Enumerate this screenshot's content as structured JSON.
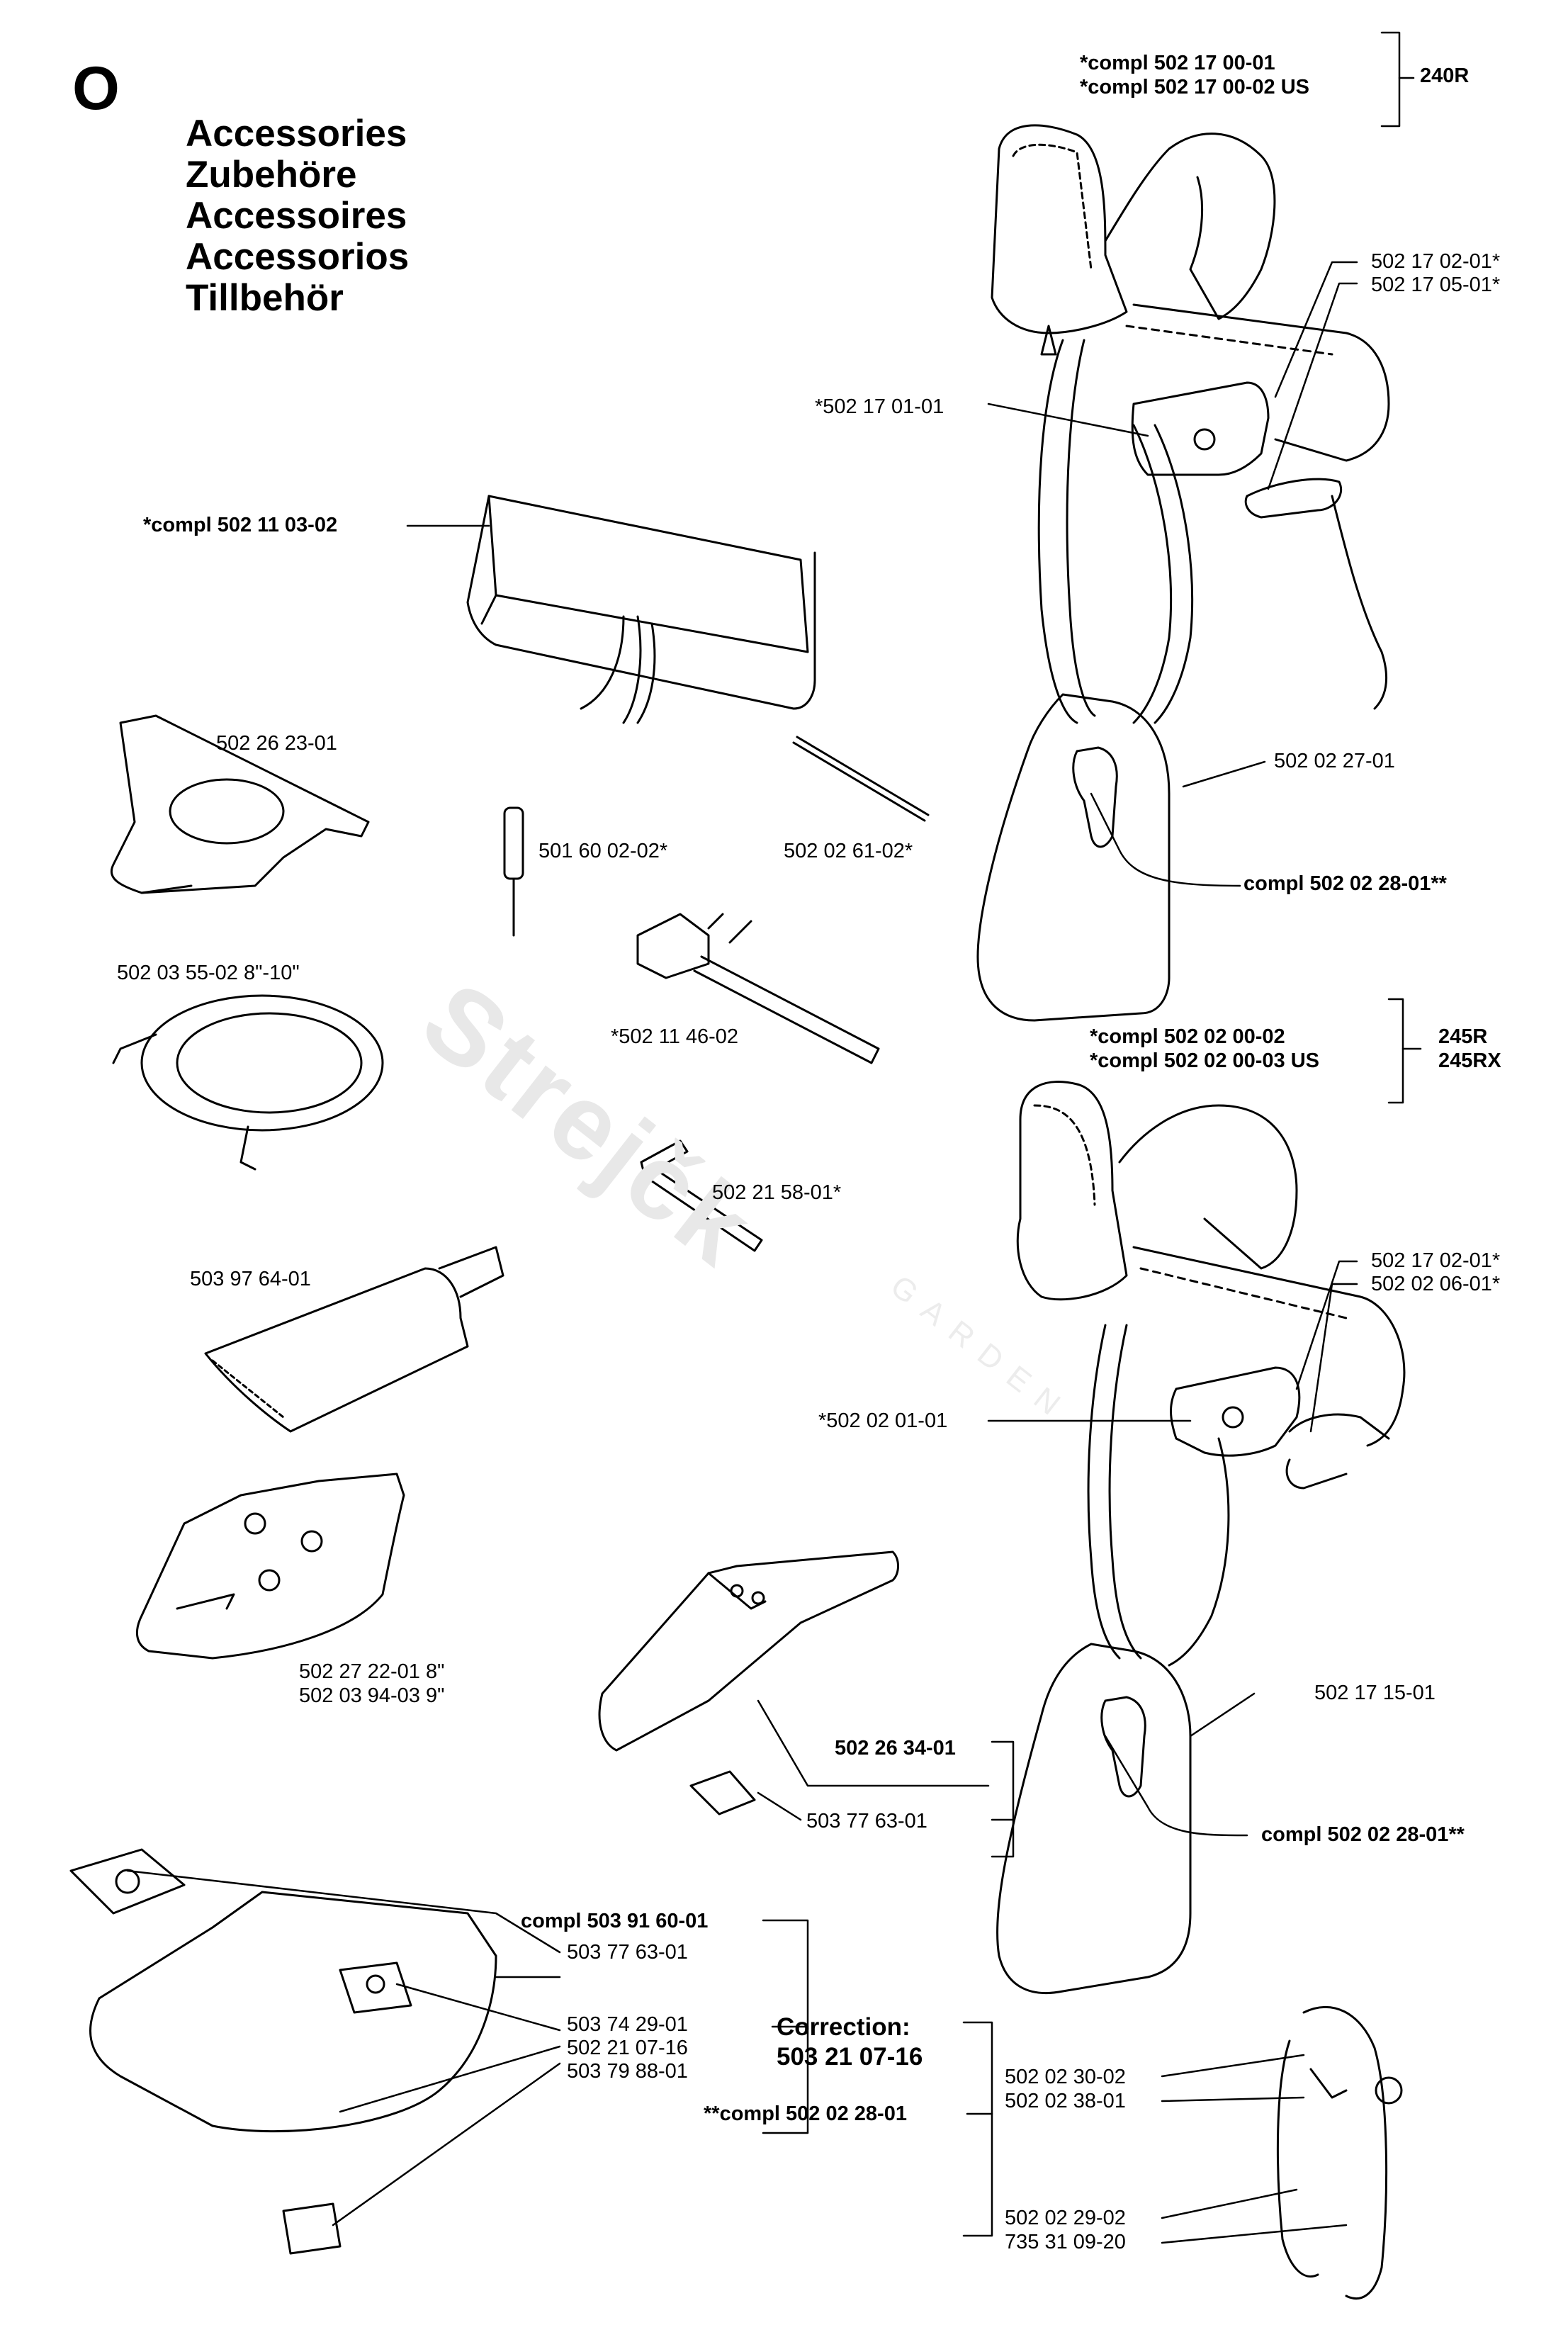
{
  "section_letter": "O",
  "titles": [
    "Accessories",
    "Zubehöre",
    "Accessoires",
    "Accessorios",
    "Tillbehör"
  ],
  "watermark": {
    "brand": "Strejčk",
    "sub": "GARDEN"
  },
  "correction": {
    "title": "Correction:",
    "part": "503 21 07-16"
  },
  "labels": {
    "kit240a": "*compl 502 17 00-01",
    "kit240b": "*compl 502 17 00-02 US",
    "model240": "240R",
    "p21702a": "502 17 02-01*",
    "p21705": "502 17 05-01*",
    "p21701": "*502 17 01-01",
    "p211103": "*compl 502 11 03-02",
    "p22623": "502 26 23-01",
    "p022727": "502 02 27-01",
    "p16002": "501 60 02-02*",
    "p02612": "502 02 61-02*",
    "p022801a": "compl 502 02 28-01**",
    "p035502": "502 03 55-02 8\"-10\"",
    "p114602": "*502 11 46-02",
    "kit245a": "*compl 502 02 00-02",
    "kit245b": "*compl 502 02 00-03 US",
    "model245r": "245R",
    "model245rx": "245RX",
    "p215801": "502 21 58-01*",
    "p976401": "503 97 64-01",
    "p21702b": "502 17 02-01*",
    "p020601": "502 02 06-01*",
    "p020101": "*502 02 01-01",
    "p272201": "502 27 22-01 8\"",
    "p039403": "502 03 94-03 9\"",
    "p263401": "502 26 34-01",
    "p776301a": "503 77 63-01",
    "p171501": "502 17 15-01",
    "p022801b": "compl 502 02 28-01**",
    "p916001": "compl 503 91 60-01",
    "p776301b": "503 77 63-01",
    "p742901": "503 74 29-01",
    "p210716": "502 21 07-16",
    "p798801": "503 79 88-01",
    "p023002": "502 02 30-02",
    "p023801": "502 02 38-01",
    "p022801c": "**compl 502 02 28-01",
    "p022902": "502 02 29-02",
    "p310920": "735 31 09-20"
  }
}
